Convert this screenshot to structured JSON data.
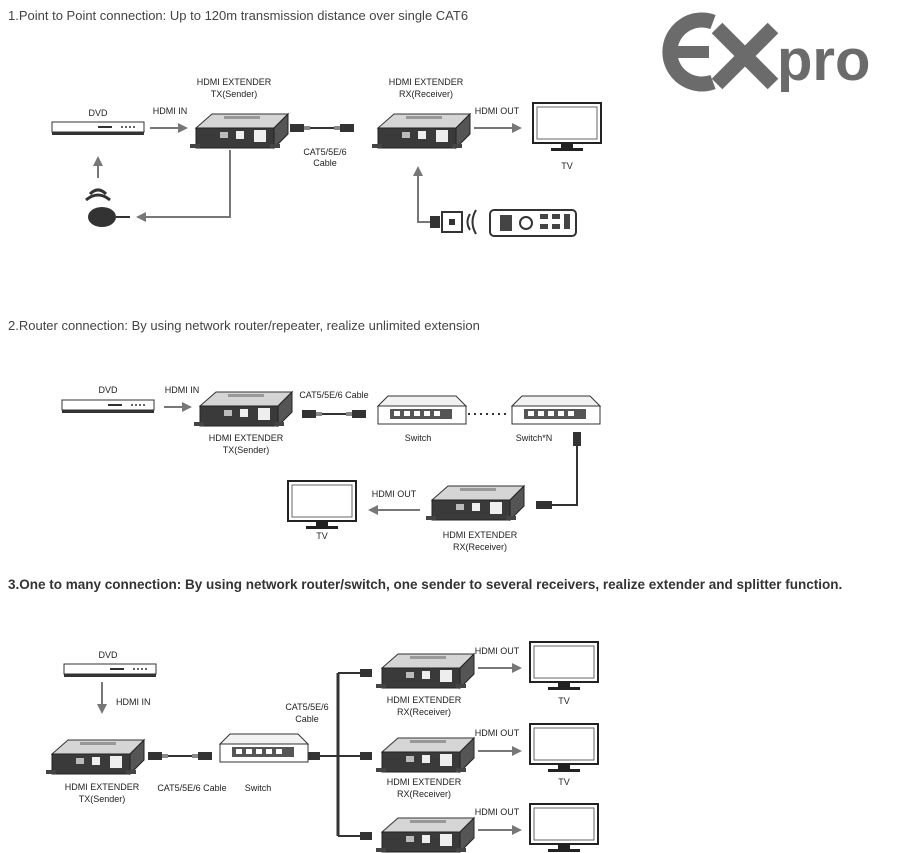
{
  "headings": {
    "s1": "1.Point to Point connection: Up to 120m transmission distance over single CAT6",
    "s2": "2.Router connection: By using network router/repeater, realize unlimited extension",
    "s3": "3.One to many connection: By using network router/switch, one sender to several receivers, realize extender and splitter function."
  },
  "logo": {
    "text": "pro",
    "brand_color": "#6b6b6b"
  },
  "labels": {
    "dvd": "DVD",
    "hdmi_in": "HDMI IN",
    "hdmi_out": "HDMI OUT",
    "hdmi_extender": "HDMI EXTENDER",
    "tx_sender": "TX(Sender)",
    "rx_receiver": "RX(Receiver)",
    "cat_cable_stack_1": "CAT5/5E/6",
    "cat_cable_stack_2": "Cable",
    "cat_cable_inline": "CAT5/5E/6 Cable",
    "tv": "TV",
    "switch": "Switch",
    "switch_n": "Switch*N"
  }
}
